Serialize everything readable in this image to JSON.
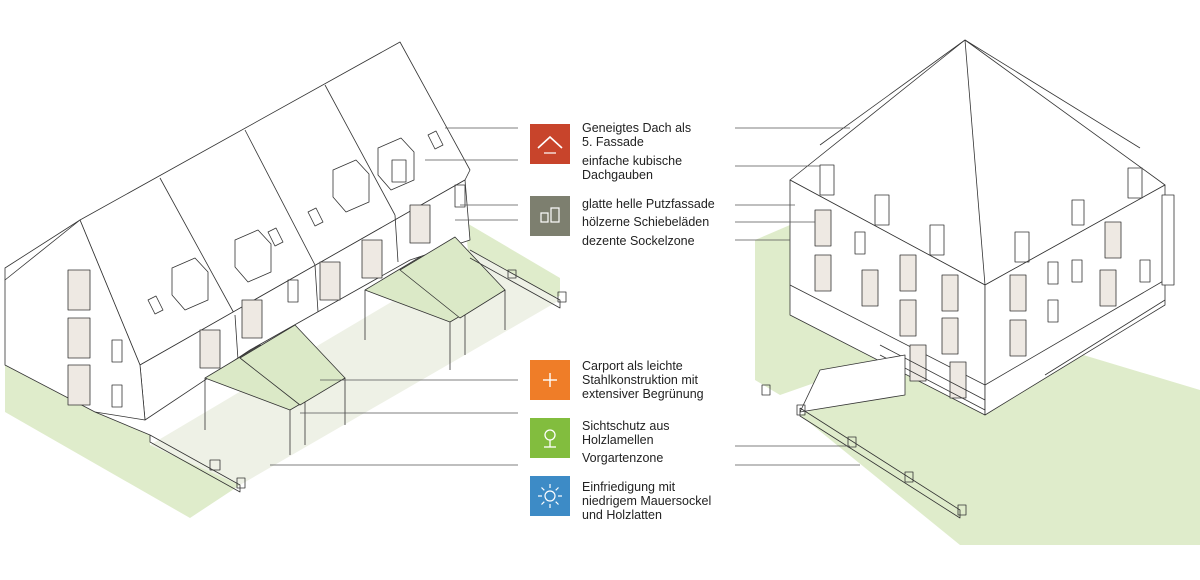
{
  "colors": {
    "roof_icon": "#c8442b",
    "facade_icon": "#7d7f6f",
    "carport_icon": "#ef7d28",
    "screen_icon": "#82bd3e",
    "fence_icon": "#3d8bc6",
    "green_area": "#dfeccb",
    "green_roof": "#dbe9c7",
    "paving": "#eef1e6",
    "shutter": "#eee9e3",
    "line": "#333333"
  },
  "legend": [
    {
      "id": "roof",
      "icon": "roof-icon",
      "items": [
        "Geneigtes Dach als\n5. Fassade",
        "einfache kubische\nDachgauben"
      ]
    },
    {
      "id": "facade",
      "icon": "shutter-icon",
      "items": [
        "glatte helle Putzfassade",
        "hölzerne Schiebeläden",
        "dezente Sockelzone"
      ]
    },
    {
      "id": "carport",
      "icon": "plus-icon",
      "items": [
        "Carport als leichte\nStahlkonstruktion mit\nextensiver Begrünung"
      ]
    },
    {
      "id": "screen",
      "icon": "tree-icon",
      "items": [
        "Sichtschutz aus\nHolzlamellen",
        "Vorgartenzone"
      ]
    },
    {
      "id": "fence",
      "icon": "sun-icon",
      "items": [
        "Einfriedigung mit\nniedrigem Mauersockel\nund Holzlatten"
      ]
    }
  ]
}
